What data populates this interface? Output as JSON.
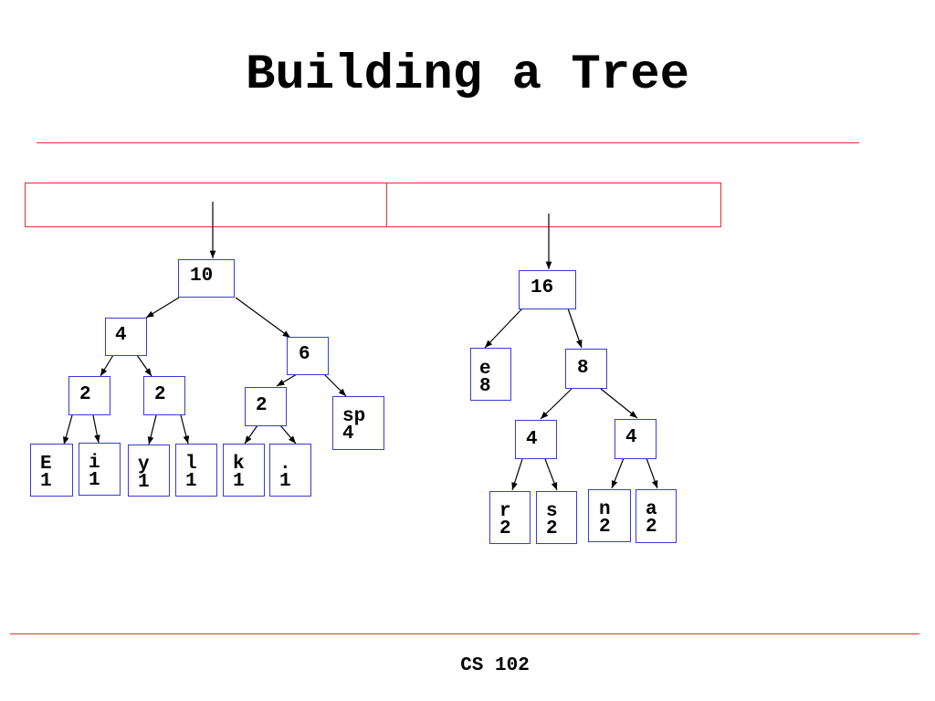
{
  "slide": {
    "title": "Building a Tree",
    "footer": "CS 102",
    "accent_color": "#e53030",
    "node_border_color": "#3a3ad6"
  },
  "tree_left": {
    "root": "10",
    "n4": "4",
    "n6": "6",
    "n2a": "2",
    "n2b": "2",
    "n2c": "2",
    "sp": {
      "char": "sp",
      "count": "4"
    },
    "E": {
      "char": "E",
      "count": "1"
    },
    "i": {
      "char": "i",
      "count": "1"
    },
    "y": {
      "char": "y",
      "count": "1"
    },
    "l": {
      "char": "l",
      "count": "1"
    },
    "k": {
      "char": "k",
      "count": "1"
    },
    "dot": {
      "char": ".",
      "count": "1"
    }
  },
  "tree_right": {
    "root": "16",
    "n8": "8",
    "n4a": "4",
    "n4b": "4",
    "e": {
      "char": "e",
      "count": "8"
    },
    "r": {
      "char": "r",
      "count": "2"
    },
    "s": {
      "char": "s",
      "count": "2"
    },
    "n": {
      "char": "n",
      "count": "2"
    },
    "a": {
      "char": "a",
      "count": "2"
    }
  }
}
